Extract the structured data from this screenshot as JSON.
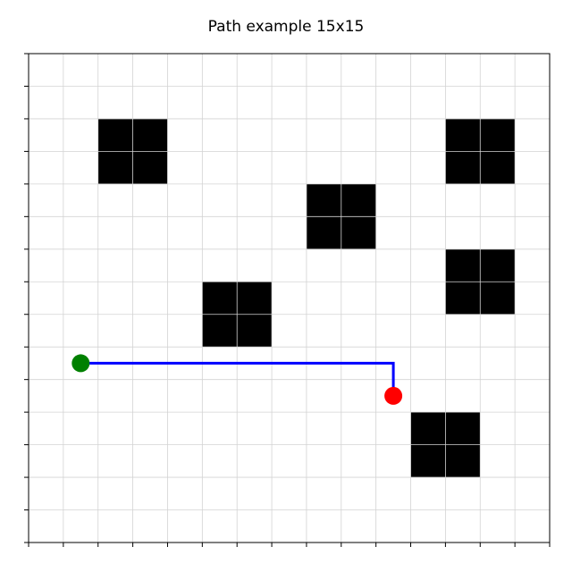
{
  "chart_data": {
    "type": "scatter",
    "title": "Path example 15x15",
    "grid_size": 15,
    "grid": true,
    "xlim": [
      0,
      15
    ],
    "ylim": [
      0,
      15
    ],
    "obstacles": [
      {
        "x": 2,
        "y": 2,
        "w": 2,
        "h": 2
      },
      {
        "x": 12,
        "y": 2,
        "w": 2,
        "h": 2
      },
      {
        "x": 8,
        "y": 4,
        "w": 2,
        "h": 2
      },
      {
        "x": 12,
        "y": 6,
        "w": 2,
        "h": 2
      },
      {
        "x": 5,
        "y": 7,
        "w": 2,
        "h": 2
      },
      {
        "x": 11,
        "y": 11,
        "w": 2,
        "h": 2
      }
    ],
    "path": [
      [
        1.5,
        9.5
      ],
      [
        10.5,
        9.5
      ],
      [
        10.5,
        10.5
      ]
    ],
    "start": [
      1.5,
      9.5
    ],
    "goal": [
      10.5,
      10.5
    ],
    "colors": {
      "obstacle": "#000000",
      "path": "#0000ff",
      "start": "#008000",
      "goal": "#ff0000",
      "grid": "#d3d3d3"
    }
  }
}
